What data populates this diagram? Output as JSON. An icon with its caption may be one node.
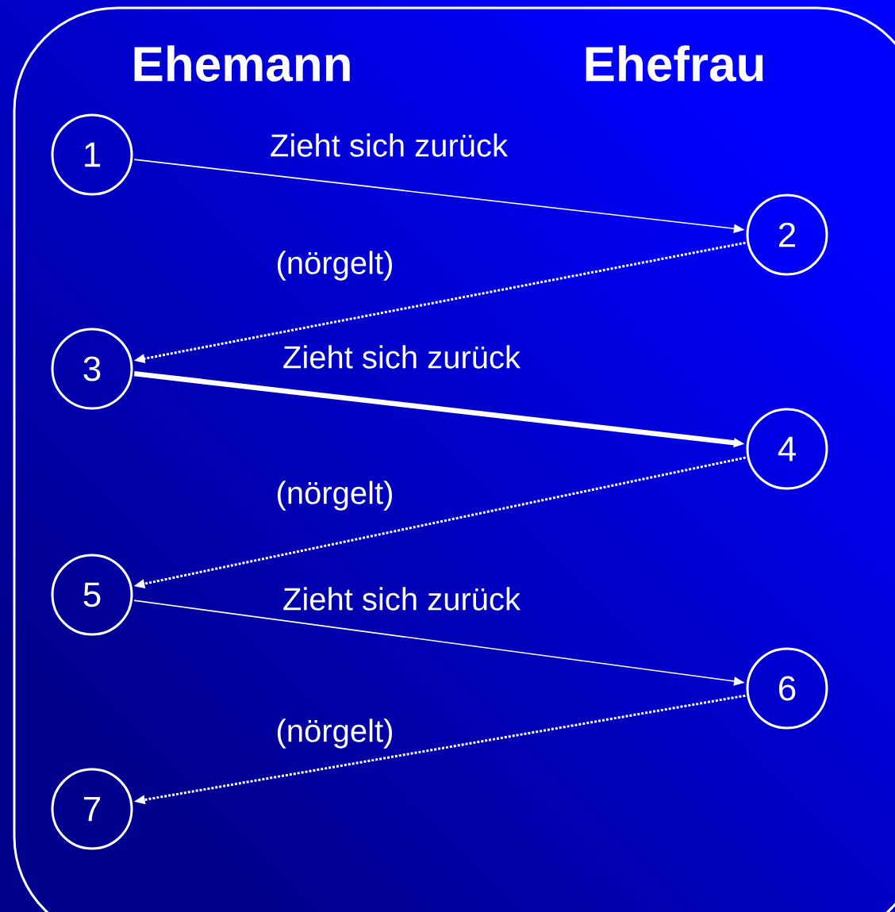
{
  "diagram": {
    "nodes": [
      {
        "text": [
          "1"
        ]
      },
      {
        "text": [
          "2"
        ]
      },
      {
        "text": [
          "3"
        ]
      },
      {
        "text": [
          "4"
        ]
      },
      {
        "text": [
          "5"
        ]
      },
      {
        "text": [
          "6"
        ]
      },
      {
        "text": [
          "7"
        ]
      }
    ],
    "edges": [
      {
        "from": 0,
        "to": 1,
        "arrow": "to",
        "label": "Zieht sich zurück"
      },
      {
        "from": 1,
        "to": 2,
        "arrow": "to",
        "label": "(nörgelt)",
        "style": "dashed"
      },
      {
        "from": 2,
        "to": 3,
        "arrow": "to",
        "label": "Zieht sich zurück",
        "style": "thick"
      },
      {
        "from": 3,
        "to": 4,
        "arrow": "to",
        "label": "(nörgelt)",
        "style": "dashed"
      },
      {
        "from": 4,
        "to": 5,
        "arrow": "to",
        "label": "Zieht sich zurück"
      },
      {
        "from": 5,
        "to": 6,
        "arrow": "to",
        "label": "(nörgelt)",
        "style": "dashed"
      }
    ],
    "labels": [
      "Ehemann",
      "Ehefrau"
    ]
  }
}
